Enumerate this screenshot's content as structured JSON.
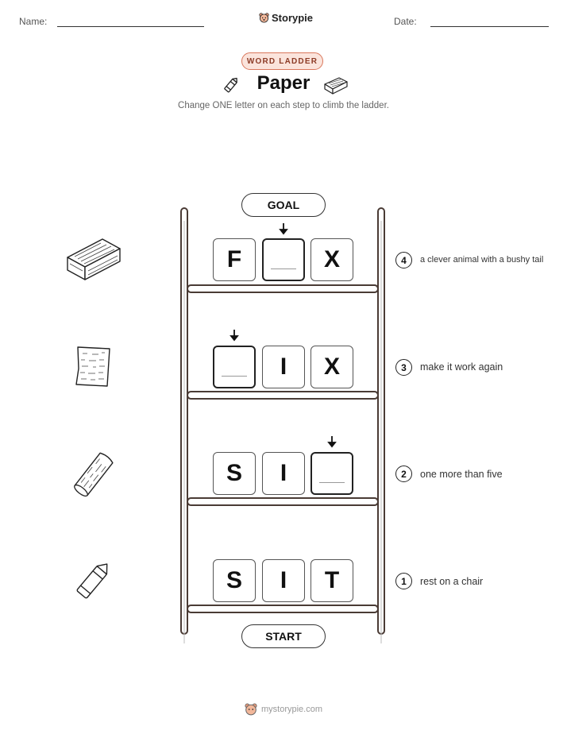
{
  "header": {
    "name_label": "Name:",
    "date_label": "Date:",
    "brand": "Storypie"
  },
  "badge": "WORD LADDER",
  "title": "Paper",
  "subtitle": "Change ONE letter on each step to climb the ladder.",
  "ladder": {
    "goal_label": "GOAL",
    "start_label": "START",
    "rungs": [
      {
        "step": "4",
        "letters": [
          "F",
          "",
          "X"
        ],
        "blank_index": 1,
        "clue": "a clever animal with a bushy tail",
        "picture": "eraser-icon"
      },
      {
        "step": "3",
        "letters": [
          "",
          "I",
          "X"
        ],
        "blank_index": 0,
        "clue": "make it work again",
        "picture": "paper-icon"
      },
      {
        "step": "2",
        "letters": [
          "S",
          "I",
          ""
        ],
        "blank_index": 2,
        "clue": "one more than five",
        "picture": "wood-log-icon"
      },
      {
        "step": "1",
        "letters": [
          "S",
          "I",
          "T"
        ],
        "blank_index": -1,
        "clue": "rest on a chair",
        "picture": "crayon-icon"
      }
    ]
  },
  "footer": {
    "site": "mystorypie.com"
  },
  "colors": {
    "ladder_wood": "#4a3b35",
    "badge_fill": "#fbe4dc",
    "badge_border": "#d9775c"
  }
}
